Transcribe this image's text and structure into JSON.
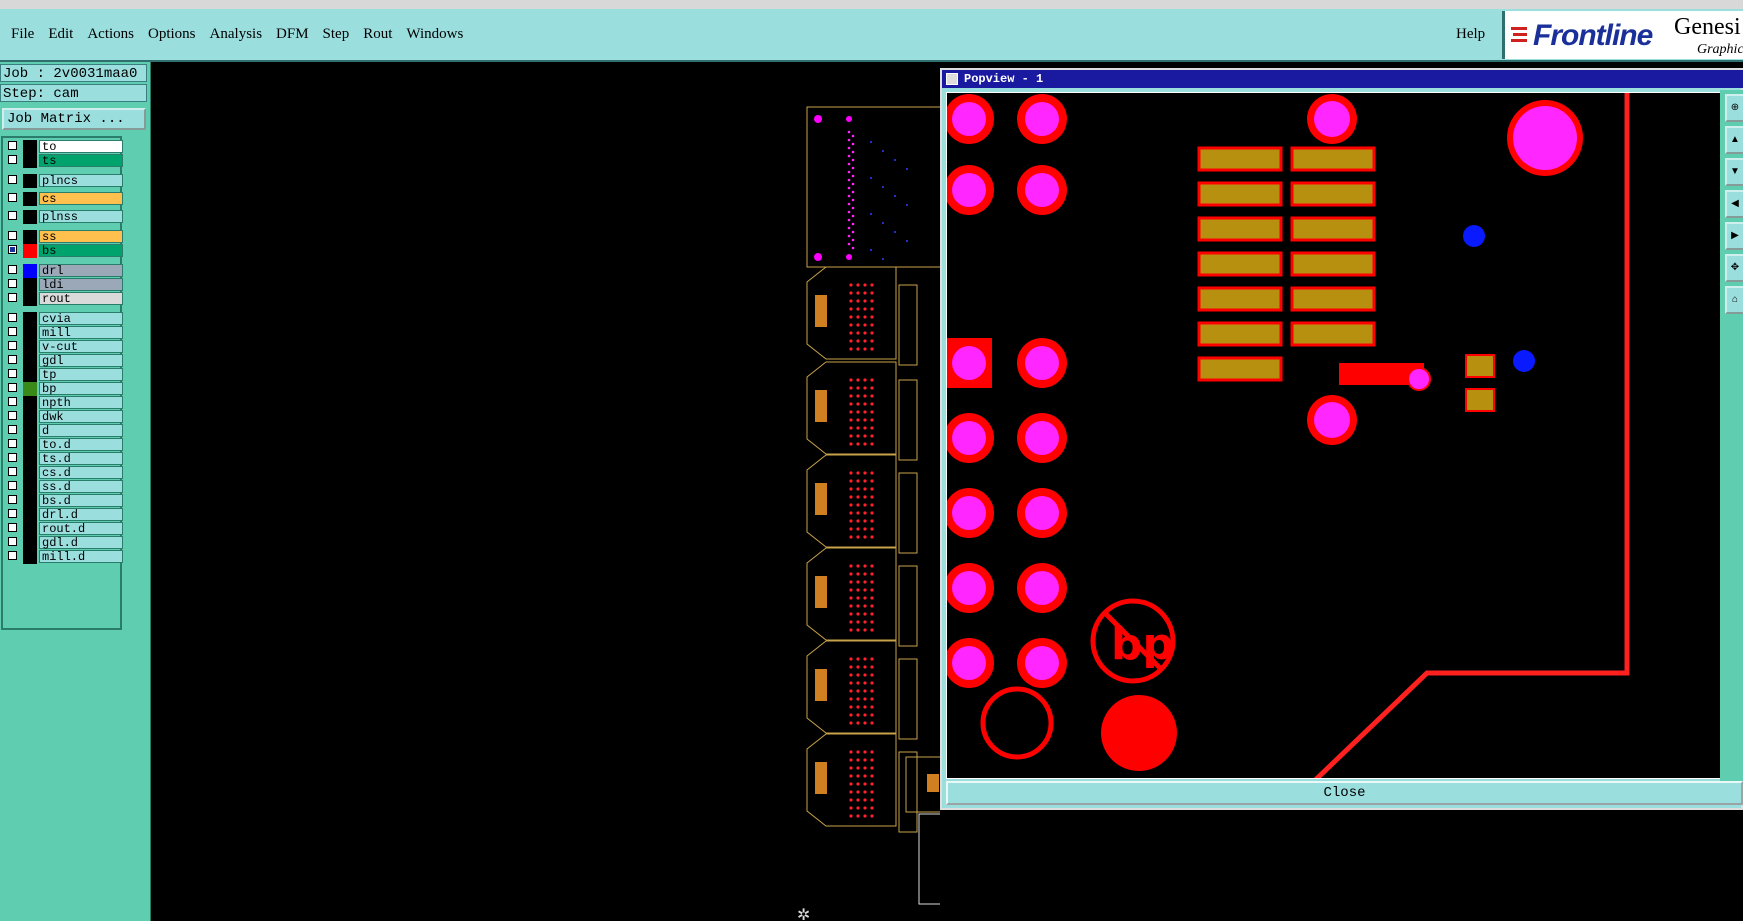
{
  "menubar": {
    "items": [
      "File",
      "Edit",
      "Actions",
      "Options",
      "Analysis",
      "DFM",
      "Step",
      "Rout",
      "Windows"
    ],
    "help": "Help",
    "logo": {
      "brand": "Frontline",
      "product": "Genesi",
      "sub": "Graphic"
    }
  },
  "job": {
    "job_line": "Job : 2v0031maa0",
    "step_line": "Step: cam",
    "matrix_button": "Job Matrix ..."
  },
  "layers": [
    {
      "name": "to",
      "color": "#000000",
      "bg": "#ffffff",
      "mark": "✎"
    },
    {
      "name": "ts",
      "color": "#000000",
      "bg": "#00a36c",
      "mark": ""
    },
    {
      "name": "plncs",
      "color": "#000000",
      "bg": "#9bdede",
      "mark": ""
    },
    {
      "name": "cs",
      "color": "#000000",
      "bg": "#ffc04d",
      "mark": ""
    },
    {
      "name": "plnss",
      "color": "#000000",
      "bg": "#9bdede",
      "mark": ""
    },
    {
      "name": "ss",
      "color": "#000000",
      "bg": "#ffc04d",
      "mark": ""
    },
    {
      "name": "bs",
      "color": "#ff0000",
      "bg": "#00a36c",
      "mark": "▪",
      "checked": true
    },
    {
      "name": "drl",
      "color": "#0000ff",
      "bg": "#9ba8b8",
      "mark": ""
    },
    {
      "name": "ldi",
      "color": "#000000",
      "bg": "#9ba8b8",
      "mark": ""
    },
    {
      "name": "rout",
      "color": "#000000",
      "bg": "#dadada",
      "mark": ""
    },
    {
      "name": "cvia",
      "color": "#000000",
      "bg": "#9bdede",
      "mark": ""
    },
    {
      "name": "mill",
      "color": "#000000",
      "bg": "#9bdede",
      "mark": ""
    },
    {
      "name": "v-cut",
      "color": "#000000",
      "bg": "#9bdede",
      "mark": ""
    },
    {
      "name": "gdl",
      "color": "#000000",
      "bg": "#9bdede",
      "mark": ""
    },
    {
      "name": "tp",
      "color": "#000000",
      "bg": "#9bdede",
      "mark": ""
    },
    {
      "name": "bp",
      "color": "#3a8a1a",
      "bg": "#9bdede",
      "mark": ""
    },
    {
      "name": "npth",
      "color": "#000000",
      "bg": "#9bdede",
      "mark": ""
    },
    {
      "name": "dwk",
      "color": "#000000",
      "bg": "#9bdede",
      "mark": ""
    },
    {
      "name": "d",
      "color": "#000000",
      "bg": "#9bdede",
      "mark": ""
    },
    {
      "name": "to.d",
      "color": "#000000",
      "bg": "#9bdede",
      "mark": "✎"
    },
    {
      "name": "ts.d",
      "color": "#000000",
      "bg": "#9bdede",
      "mark": ""
    },
    {
      "name": "cs.d",
      "color": "#000000",
      "bg": "#9bdede",
      "mark": ""
    },
    {
      "name": "ss.d",
      "color": "#000000",
      "bg": "#9bdede",
      "mark": ""
    },
    {
      "name": "bs.d",
      "color": "#000000",
      "bg": "#9bdede",
      "mark": ""
    },
    {
      "name": "drl.d",
      "color": "#000000",
      "bg": "#9bdede",
      "mark": ""
    },
    {
      "name": "rout.d",
      "color": "#000000",
      "bg": "#9bdede",
      "mark": ""
    },
    {
      "name": "gdl.d",
      "color": "#000000",
      "bg": "#9bdede",
      "mark": ""
    },
    {
      "name": "mill.d",
      "color": "#000000",
      "bg": "#9bdede",
      "mark": ""
    }
  ],
  "popview": {
    "title": "Popview - 1",
    "close_label": "Close",
    "silk_text": "bp"
  }
}
